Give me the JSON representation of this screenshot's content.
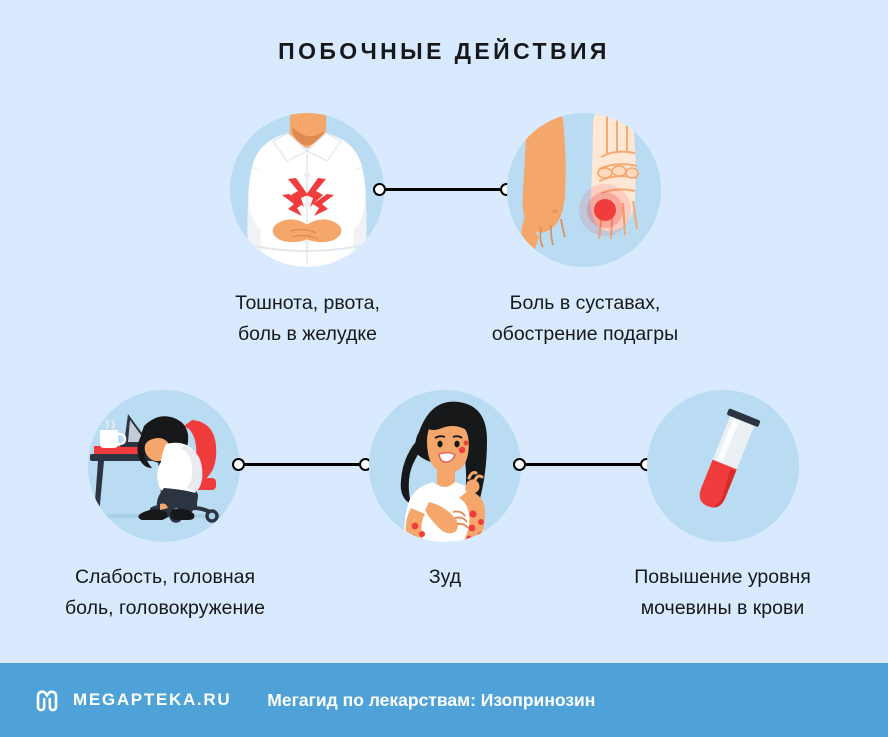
{
  "page": {
    "title": "ПОБОЧНЫЕ ДЕЙСТВИЯ",
    "background_color": "#d9eaff",
    "circle_color": "#b9dcf2",
    "connector_color": "#000000",
    "text_color": "#17181a"
  },
  "items": [
    {
      "id": "stomach",
      "icon": "stomach-pain-icon",
      "caption": "Тошнота, рвота,\nболь в желудке"
    },
    {
      "id": "joints",
      "icon": "gout-foot-icon",
      "caption": "Боль в суставах,\nобострение подагры"
    },
    {
      "id": "fatigue",
      "icon": "tired-woman-desk-icon",
      "caption": "Слабость, головная\nболь, головокружение"
    },
    {
      "id": "itching",
      "icon": "itching-woman-icon",
      "caption": "Зуд"
    },
    {
      "id": "urea",
      "icon": "blood-test-tube-icon",
      "caption": "Повышение уровня\nмочевины в крови"
    }
  ],
  "footer": {
    "logo_icon": "megapteka-m-logo-icon",
    "brand": "MEGAPTEKA.RU",
    "tagline": "Мегагид по лекарствам: Изопринозин",
    "background_color": "#4fa2d8",
    "text_color": "#ffffff"
  }
}
